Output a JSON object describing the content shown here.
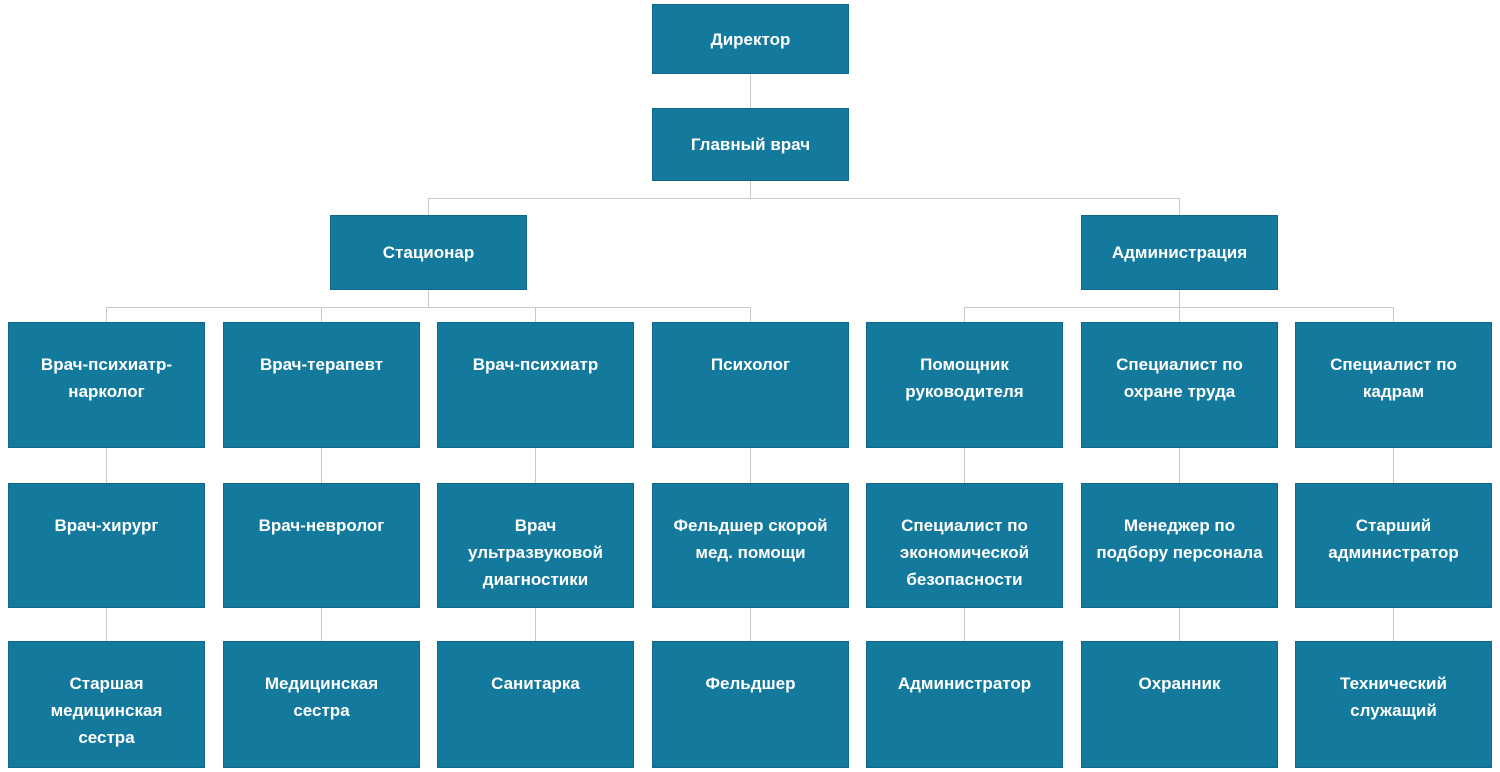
{
  "tree": {
    "type": "org-chart",
    "root": "Директор",
    "level2": "Главный врач",
    "branches": [
      {
        "label": "Стационар",
        "columns": [
          [
            "Врач-психиатр-нарколог",
            "Врач-хирург",
            "Старшая медицинская сестра"
          ],
          [
            "Врач-терапевт",
            "Врач-невролог",
            "Медицинская сестра"
          ],
          [
            "Врач-психиатр",
            "Врач ультразвуковой диагностики",
            "Санитарка"
          ],
          [
            "Психолог",
            "Фельдшер скорой мед. помощи",
            "Фельдшер"
          ]
        ]
      },
      {
        "label": "Администрация",
        "columns": [
          [
            "Помощник руководителя",
            "Специалист по экономической безопасности",
            "Администратор"
          ],
          [
            "Специалист по охране труда",
            "Менеджер по подбору персонала",
            "Охранник"
          ],
          [
            "Специалист по кадрам",
            "Старший администратор",
            "Технический служащий"
          ]
        ]
      }
    ]
  },
  "colors": {
    "box_fill": "#147A9D",
    "box_border": "#10688A",
    "box_text": "#FFFFFF",
    "connector": "#C9C9C9",
    "background": "#FFFFFF"
  }
}
